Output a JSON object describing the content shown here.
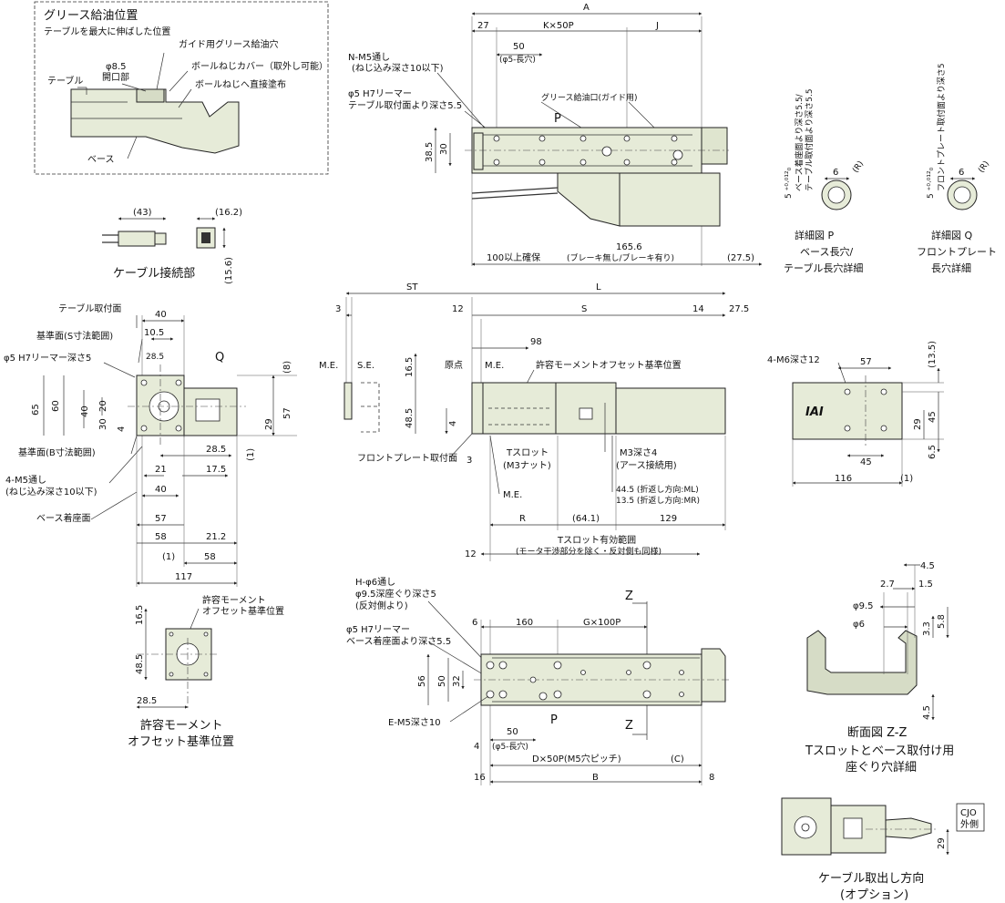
{
  "grease": {
    "title": "グリース給油位置",
    "note": "テーブルを最大に伸ばした位置",
    "opening_dim": "φ8.5",
    "opening": "開口部",
    "guide_hole": "ガイド用グリース給油穴",
    "ball_cover": "ボールねじカバー（取外し可能）",
    "ball_direct": "ボールねじへ直接塗布",
    "table": "テーブル",
    "base": "ベース"
  },
  "cable": {
    "title": "ケーブル接続部",
    "dim_43": "(43)",
    "dim_162": "(16.2)",
    "dim_156": "(15.6)"
  },
  "top": {
    "A": "A",
    "d27": "27",
    "k50p": "K×50P",
    "J": "J",
    "d50": "50",
    "slot": "(φ5-長穴)",
    "n_m5": "N-M5通し",
    "n_m5_sub": "(ねじ込み深さ10以下)",
    "reamer": "φ5 H7リーマー",
    "reamer_sub": "テーブル取付面より深さ5.5",
    "grease_port": "グリース給油口(ガイド用)",
    "P": "P",
    "d385": "38.5",
    "d30": "30",
    "secure": "100以上確保",
    "d1656": "165.6",
    "brake": "(ブレーキ無し/ブレーキ有り)",
    "d275": "(27.5)"
  },
  "detailP": {
    "d6": "6",
    "R": "(R)",
    "tol": "5 ⁺⁰·⁰¹²₀",
    "side": "ベース着座面より深さ5.5/",
    "side2": "テーブル取付面より深さ5.5",
    "title": "詳細図 P",
    "sub1": "ベース長穴/",
    "sub2": "テーブル長穴詳細"
  },
  "detailQ": {
    "d6": "6",
    "R": "(R)",
    "tol": "5 ⁺⁰·⁰¹²₀",
    "side": "フロントプレート取付面より深さ5",
    "title": "詳細図 Q",
    "sub1": "フロントプレート",
    "sub2": "長穴詳細"
  },
  "front": {
    "table_face": "テーブル取付面",
    "ref_s": "基準面(S寸法範囲)",
    "reamer": "φ5 H7リーマー深さ5",
    "d40": "40",
    "d105": "10.5",
    "d285t": "28.5",
    "Q": "Q",
    "d8": "(8)",
    "d65": "65",
    "d60": "60",
    "d40v": "40",
    "d20": "20",
    "d30": "30",
    "d4": "4",
    "d29": "29",
    "d57": "57",
    "d285": "28.5",
    "ref_b": "基準面(B寸法範囲)",
    "d1": "(1)",
    "d21": "21",
    "d175": "17.5",
    "m5": "4-M5通し",
    "m5_sub": "(ねじ込み深さ10以下)",
    "d40b": "40",
    "base_seat": "ベース着座面",
    "d57b": "57",
    "d58": "58",
    "d212": "21.2",
    "d1b": "(1)",
    "d58b": "58",
    "d117": "117"
  },
  "side": {
    "ST": "ST",
    "L": "L",
    "d3": "3",
    "d12": "12",
    "S": "S",
    "d14": "14",
    "d275": "27.5",
    "d98": "98",
    "ME": "M.E.",
    "SE": "S.E.",
    "origin": "原点",
    "ME2": "M.E.",
    "moment": "許容モーメントオフセット基準位置",
    "d165": "16.5",
    "d485": "48.5",
    "d4": "4",
    "front_face": "フロントプレート取付面",
    "d3b": "3",
    "tslot": "Tスロット",
    "tslot_sub": "(M3ナット)",
    "m3": "M3深さ4",
    "m3_sub": "(アース接続用)",
    "fold_ml": "44.5 (折返し方向:ML)",
    "fold_mr": "13.5 (折返し方向:MR)",
    "ME3": "M.E.",
    "R": "R",
    "d641": "(64.1)",
    "d129": "129",
    "d12b": "12",
    "tslot_range": "Tスロット有効範囲",
    "tslot_range_sub": "(モータ干渉部分を除く・反対側も同様)"
  },
  "rear": {
    "m6": "4-M6深さ12",
    "d57": "57",
    "d135": "(13.5)",
    "d45": "45",
    "d29": "29",
    "d45b": "45",
    "d65": "6.5",
    "d116": "116",
    "d1": "(1)",
    "logo": "IAI"
  },
  "moment": {
    "label1": "許容モーメント",
    "label2": "オフセット基準位置",
    "d165": "16.5",
    "d485": "48.5",
    "d285": "28.5",
    "title1": "許容モーメント",
    "title2": "オフセット基準位置"
  },
  "bottom": {
    "h6": "H-φ6通し",
    "h6_sub1": "φ9.5深座ぐり深さ5",
    "h6_sub2": "(反対側より)",
    "reamer": "φ5 H7リーマー",
    "reamer_sub": "ベース着座面より深さ5.5",
    "d6": "6",
    "d160": "160",
    "g100p": "G×100P",
    "Z": "Z",
    "Z2": "Z",
    "d56": "56",
    "d50": "50",
    "d32": "32",
    "e_m5": "E-M5深さ10",
    "P": "P",
    "d50b": "50",
    "slot": "(φ5-長穴)",
    "d4": "4",
    "d50p": "D×50P(M5穴ピッチ)",
    "C": "(C)",
    "d16": "16",
    "B": "B",
    "d8": "8"
  },
  "section": {
    "d45": "4.5",
    "d27": "2.7",
    "d15": "1.5",
    "d95": "φ9.5",
    "d6": "φ6",
    "d33": "3.3",
    "d58": "5.8",
    "d45b": "4.5",
    "title": "断面図 Z-Z",
    "sub1": "Tスロットとベース取付け用",
    "sub2": "座ぐり穴詳細"
  },
  "cableout": {
    "cjo": "CJO",
    "outside": "外側",
    "d29": "29",
    "title": "ケーブル取出し方向",
    "sub": "(オプション)"
  }
}
